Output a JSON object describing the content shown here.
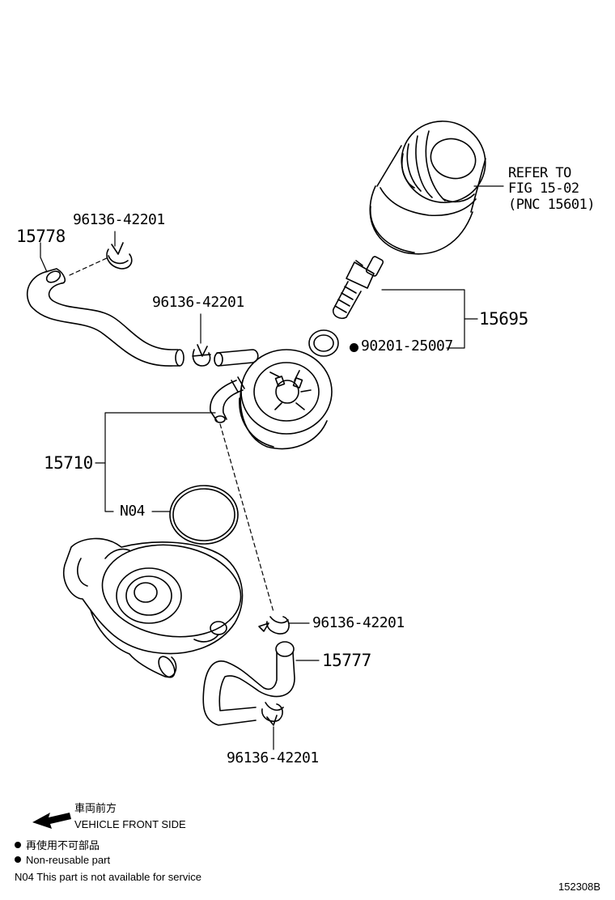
{
  "callouts": {
    "p15778": "15778",
    "p96136_a": "96136-42201",
    "p96136_b": "96136-42201",
    "p96136_c": "96136-42201",
    "p96136_d": "96136-42201",
    "p15695": "15695",
    "p90201": "90201-25007",
    "p15710": "15710",
    "pN04": "N04",
    "p15777": "15777"
  },
  "refer": {
    "line1": "REFER TO",
    "line2": "FIG 15-02",
    "line3": "(PNC 15601)"
  },
  "legend": {
    "direction_ja": "車両前方",
    "direction_en": "VEHICLE FRONT SIDE",
    "nonreusable_ja": "再使用不可部品",
    "nonreusable_en": "Non-reusable part",
    "n04_note": "N04 This part is not available for service"
  },
  "figure_number": "152308B"
}
